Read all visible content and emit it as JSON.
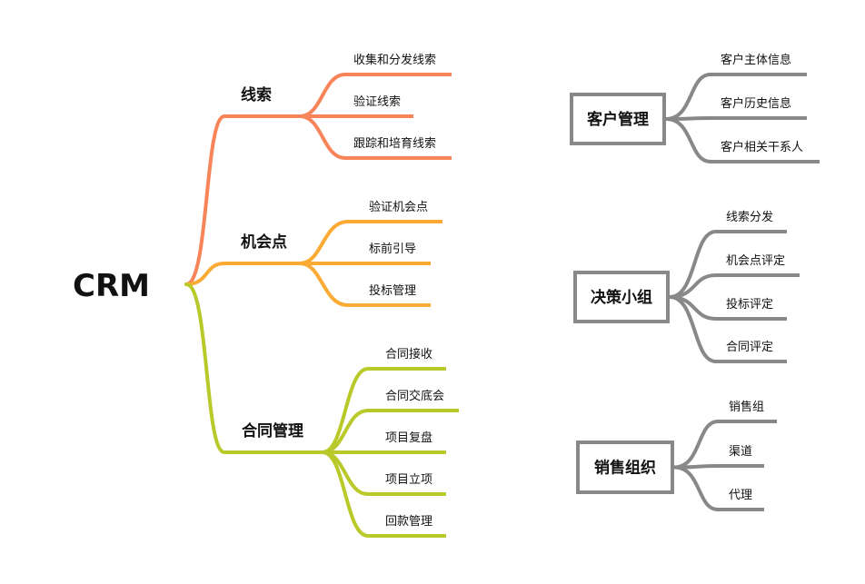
{
  "root": {
    "label": "CRM"
  },
  "colors": {
    "leads": "#f8845a",
    "opportunity": "#fbab34",
    "contract": "#b9c92a",
    "gray": "#888888"
  },
  "left_branches": [
    {
      "label": "线索",
      "color_key": "leads",
      "children": [
        "收集和分发线索",
        "验证线索",
        "跟踪和培育线索"
      ]
    },
    {
      "label": "机会点",
      "color_key": "opportunity",
      "children": [
        "验证机会点",
        "标前引导",
        "投标管理"
      ]
    },
    {
      "label": "合同管理",
      "color_key": "contract",
      "children": [
        "合同接收",
        "合同交底会",
        "项目复盘",
        "项目立项",
        "回款管理"
      ]
    }
  ],
  "right_groups": [
    {
      "label": "客户管理",
      "children": [
        "客户主体信息",
        "客户历史信息",
        "客户相关干系人"
      ]
    },
    {
      "label": "决策小组",
      "children": [
        "线索分发",
        "机会点评定",
        "投标评定",
        "合同评定"
      ]
    },
    {
      "label": "销售组织",
      "children": [
        "销售组",
        "渠道",
        "代理"
      ]
    }
  ]
}
